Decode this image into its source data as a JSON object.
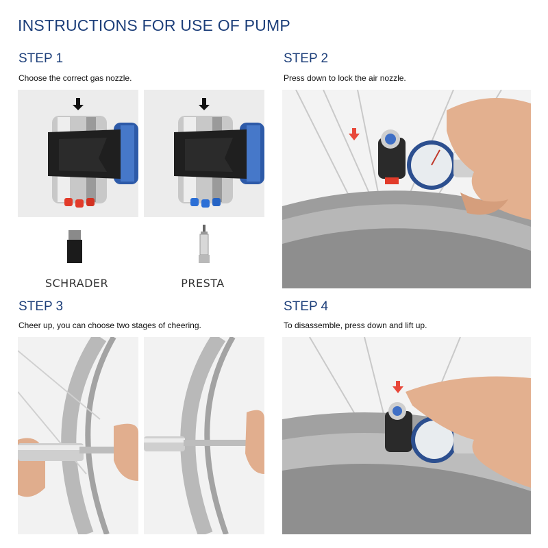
{
  "title": "INSTRUCTIONS FOR USE OF PUMP",
  "steps": [
    {
      "label": "STEP 1",
      "desc": "Choose the correct gas nozzle."
    },
    {
      "label": "STEP 2",
      "desc": "Press down to lock the air nozzle."
    },
    {
      "label": "STEP 3",
      "desc": "Cheer up, you can choose two stages of cheering."
    },
    {
      "label": "STEP 4",
      "desc": "To disassemble, press down and lift up."
    }
  ],
  "valves": {
    "left": "SCHRADER",
    "right": "PRESTA"
  },
  "colors": {
    "heading": "#1d3f7a",
    "schrader_tip": "#e23b2a",
    "presta_tip": "#2c6fd6",
    "arrow": "#e8483a"
  }
}
